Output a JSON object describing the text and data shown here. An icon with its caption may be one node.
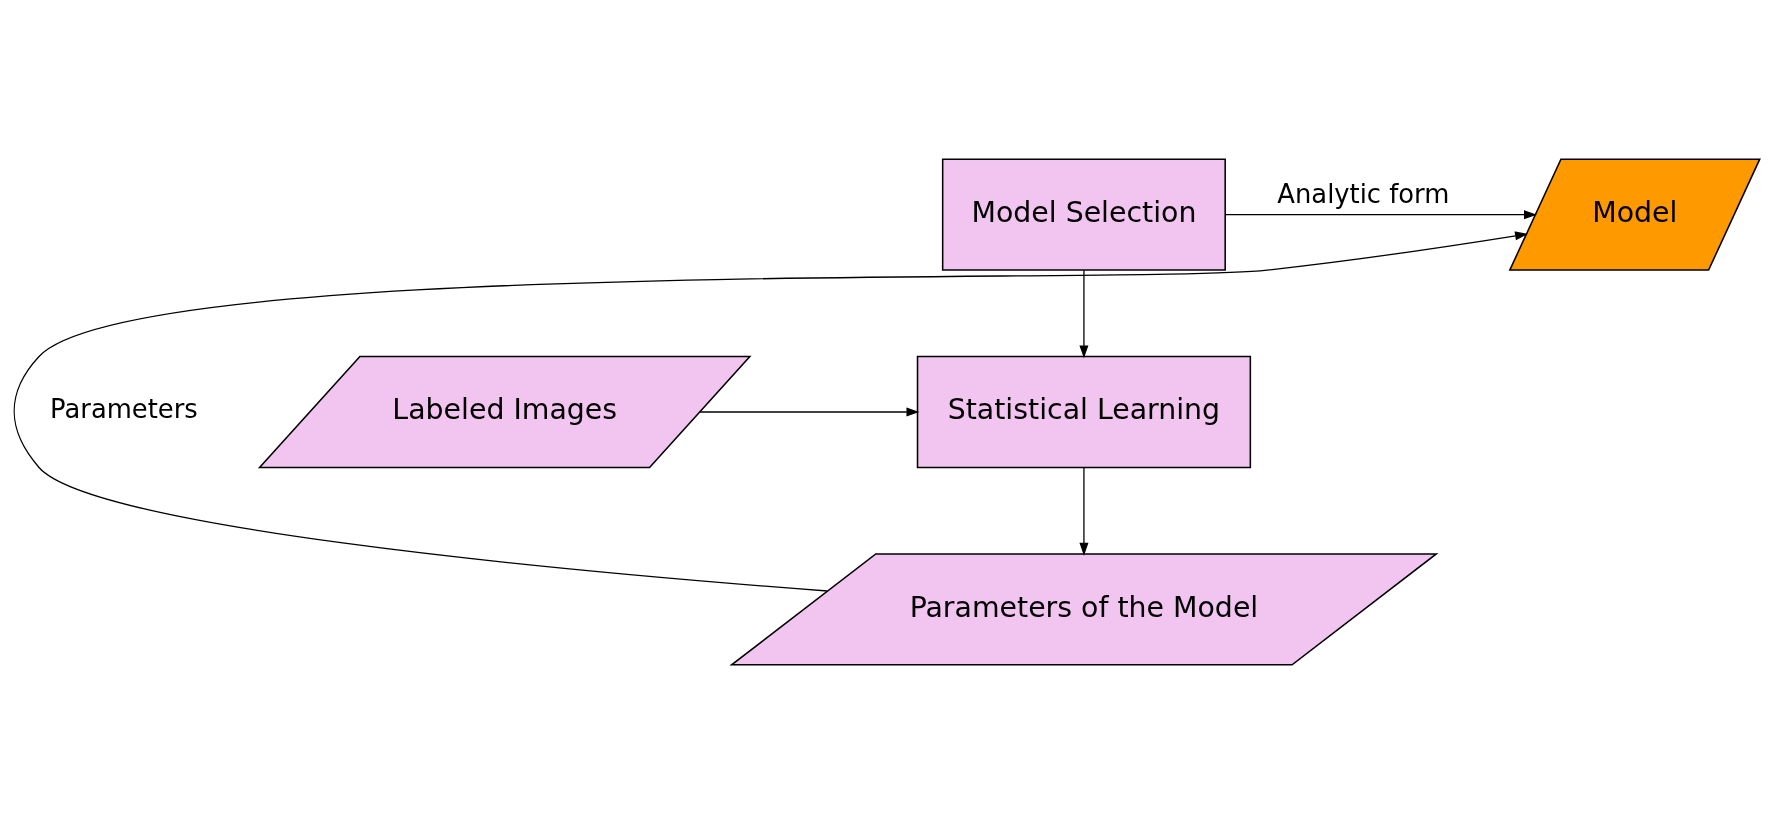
{
  "diagram": {
    "nodes": [
      {
        "text": [
          "Model Selection"
        ]
      },
      {
        "text": [
          "Model"
        ]
      },
      {
        "text": [
          "Labeled Images"
        ]
      },
      {
        "text": [
          "Statistical Learning"
        ]
      },
      {
        "text": [
          "Parameters of the Model"
        ]
      }
    ],
    "edges": [
      {
        "from": 0,
        "to": 1,
        "arrow": "to",
        "label": "Analytic form"
      },
      {
        "from": 0,
        "to": 3,
        "arrow": "to"
      },
      {
        "from": 2,
        "to": 3,
        "arrow": "to"
      },
      {
        "from": 3,
        "to": 4,
        "arrow": "to"
      },
      {
        "from": 4,
        "to": 1,
        "arrow": "to",
        "label": "Parameters"
      }
    ]
  }
}
